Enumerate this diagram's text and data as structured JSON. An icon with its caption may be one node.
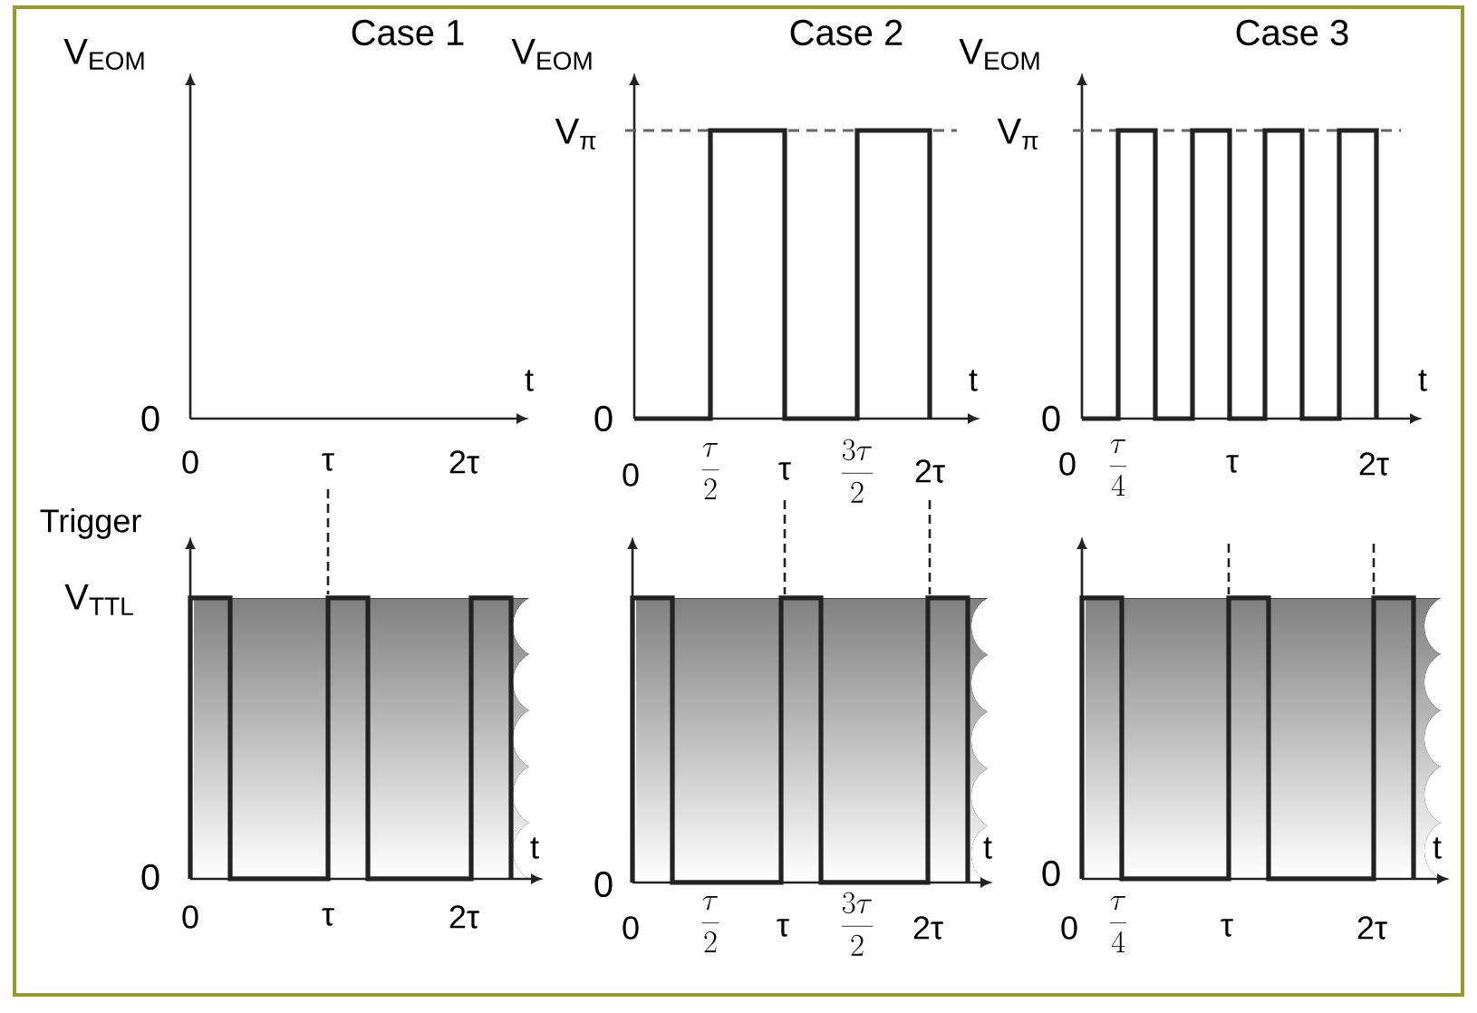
{
  "diagram": {
    "labels": [
      "Case 1",
      "Case 2",
      "Case 3",
      "V$_{EOM}$",
      "V$_{EOM}$",
      "V$_{EOM}$",
      "V$_{π}$",
      "V$_{π}$",
      "t",
      "0",
      "t",
      "0",
      "t",
      "0",
      "0",
      "τ",
      "2τ",
      "0",
      "\\frac{\\tau}{2}",
      "τ",
      "\\frac{3\\tau}{2}",
      "2τ",
      "0",
      "\\frac{\\tau}{4}",
      "τ",
      "2τ",
      "Trigger",
      "V$_{TTL}$",
      "t",
      "0",
      "0",
      "τ",
      "2τ",
      "t",
      "0",
      "0",
      "\\frac{\\tau}{2}",
      "τ",
      "\\frac{3\\tau}{2}",
      "2τ",
      "t",
      "0",
      "0",
      "\\frac{\\tau}{4}",
      "τ",
      "2τ"
    ]
  }
}
